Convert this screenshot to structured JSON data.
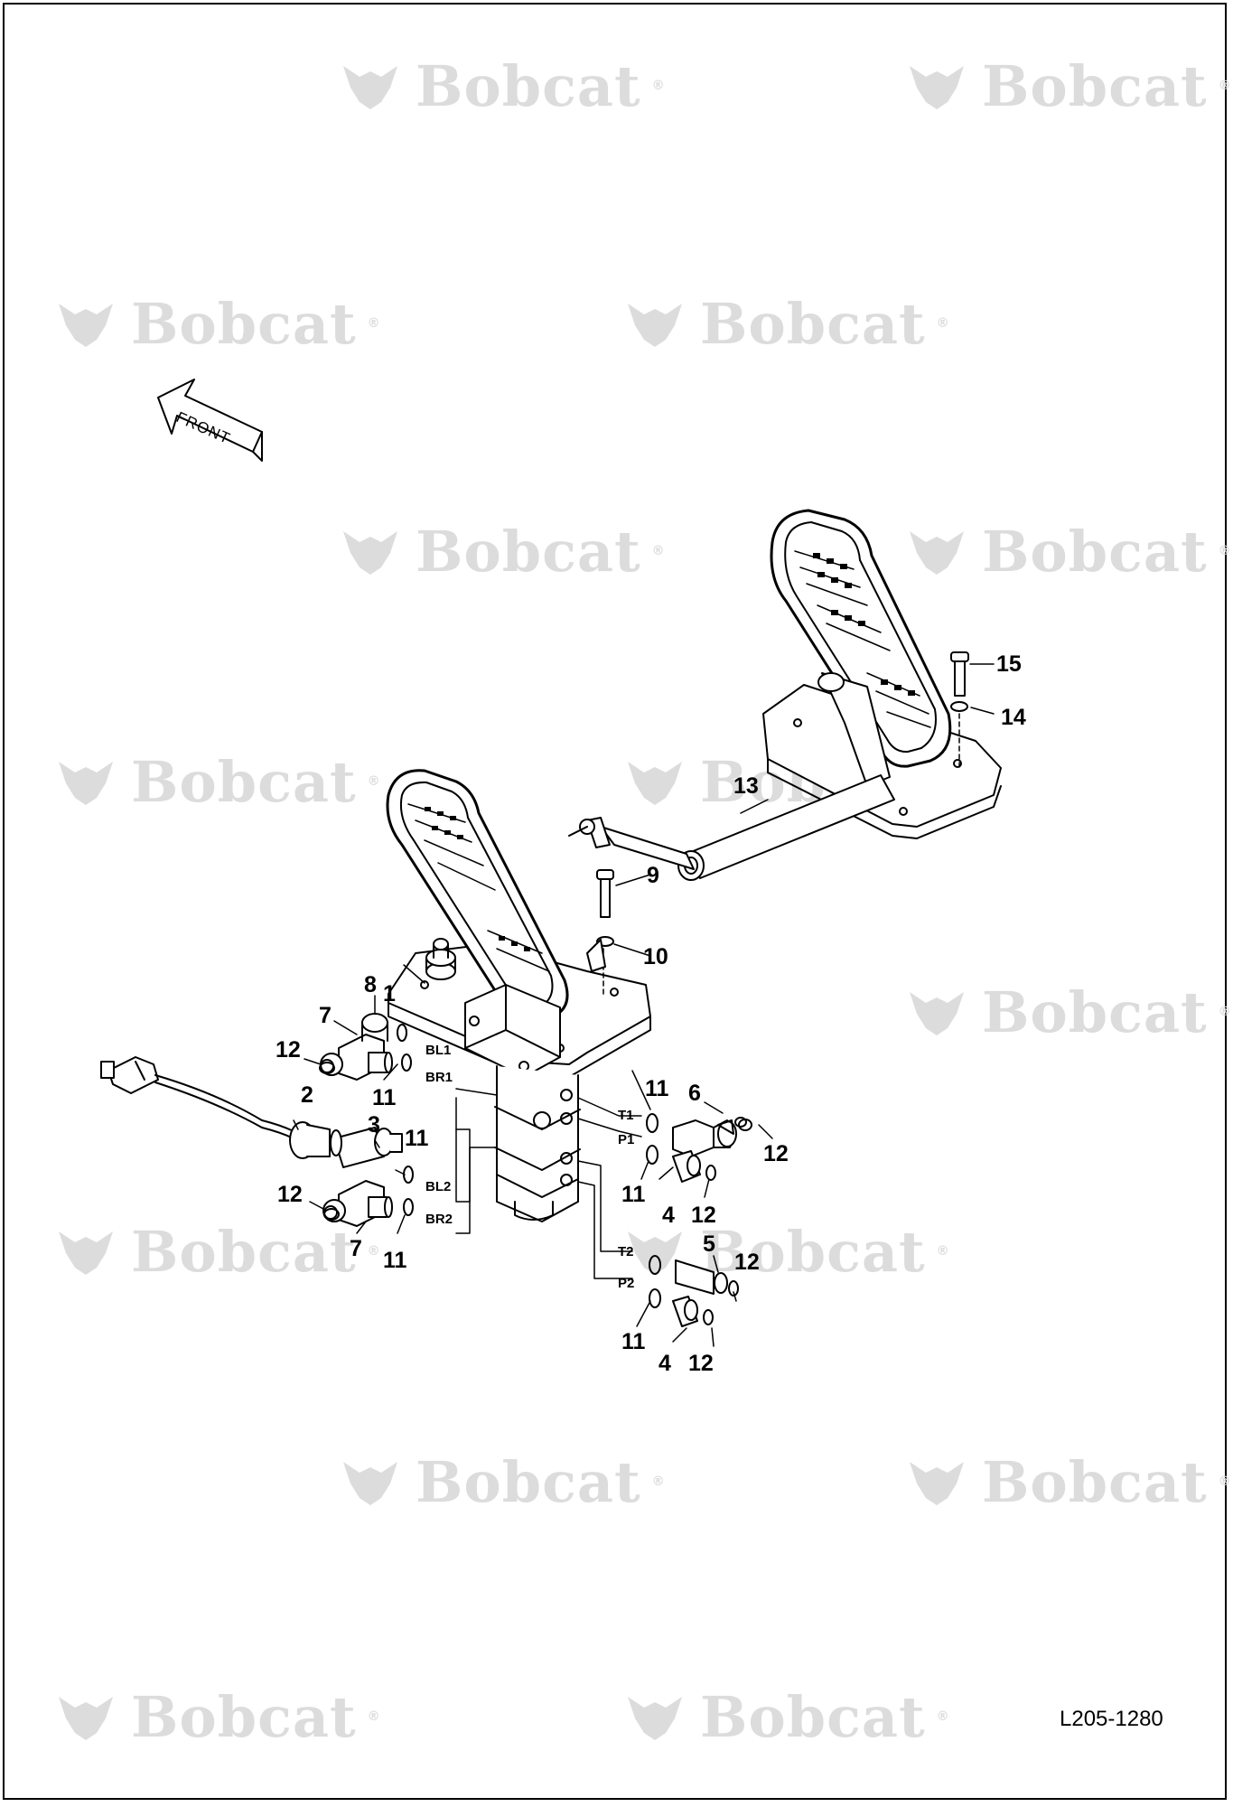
{
  "watermark": {
    "brand": "Bobcat",
    "mark": "®"
  },
  "front_arrow": {
    "label": "FRONT"
  },
  "drawing_ref": "L205-1280",
  "callouts": [
    {
      "id": "c1",
      "text": "1"
    },
    {
      "id": "c2",
      "text": "2"
    },
    {
      "id": "c3",
      "text": "3"
    },
    {
      "id": "c4a",
      "text": "4"
    },
    {
      "id": "c4b",
      "text": "4"
    },
    {
      "id": "c5",
      "text": "5"
    },
    {
      "id": "c6",
      "text": "6"
    },
    {
      "id": "c7a",
      "text": "7"
    },
    {
      "id": "c7b",
      "text": "7"
    },
    {
      "id": "c8",
      "text": "8"
    },
    {
      "id": "c9",
      "text": "9"
    },
    {
      "id": "c10",
      "text": "10"
    },
    {
      "id": "c11a",
      "text": "11"
    },
    {
      "id": "c11b",
      "text": "11"
    },
    {
      "id": "c11c",
      "text": "11"
    },
    {
      "id": "c11d",
      "text": "11"
    },
    {
      "id": "c11e",
      "text": "11"
    },
    {
      "id": "c11f",
      "text": "11"
    },
    {
      "id": "c12a",
      "text": "12"
    },
    {
      "id": "c12b",
      "text": "12"
    },
    {
      "id": "c12c",
      "text": "12"
    },
    {
      "id": "c12d",
      "text": "12"
    },
    {
      "id": "c12e",
      "text": "12"
    },
    {
      "id": "c12f",
      "text": "12"
    },
    {
      "id": "c13",
      "text": "13"
    },
    {
      "id": "c14",
      "text": "14"
    },
    {
      "id": "c15",
      "text": "15"
    }
  ],
  "ports": [
    "BL1",
    "BR1",
    "BL2",
    "BR2",
    "T1",
    "P1",
    "T2",
    "P2"
  ]
}
